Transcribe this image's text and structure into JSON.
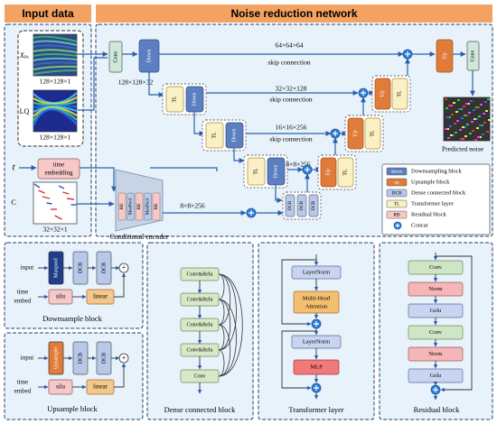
{
  "headers": {
    "input": "Input data",
    "network": "Noise reduction network"
  },
  "inputs": {
    "xp": "Xₚₒ",
    "xp_dims": "128×128×1",
    "lq": "LQ",
    "lq_dims": "128×128×1",
    "t": "t",
    "time_embedding": [
      "time",
      "embedding"
    ],
    "c": "C",
    "c_dims": "32×32×1"
  },
  "main": {
    "conv": "Conv",
    "down": "Down",
    "up": "Up",
    "tl": "TL",
    "conv_out": "Conv",
    "dims_first": "128×128×32",
    "skip1": "64×64×64",
    "skip2": "32×32×128",
    "skip3": "16×16×256",
    "skip4": "8×8×256",
    "skip_label": "skip connection",
    "predicted": "Predicted noise",
    "cond_out": "8×8×256",
    "cond_encoder": "Conditional encoder",
    "rb": "RB",
    "maxpool": "MaxPool",
    "dcb": "DCB"
  },
  "legend": [
    {
      "tag": "down",
      "label": "Downsampling block",
      "color": "#5b7fc0"
    },
    {
      "tag": "up",
      "label": "Upsample block",
      "color": "#e07b39"
    },
    {
      "tag": "DCB",
      "label": "Dense connected block",
      "color": "#b8c8e8"
    },
    {
      "tag": "TL",
      "label": "Transformer layer",
      "color": "#fbf0c4"
    },
    {
      "tag": "RB",
      "label": "Residual block",
      "color": "#f6c8c8"
    },
    {
      "tag": "+",
      "label": "Concat",
      "color": "#2b7bd8"
    }
  ],
  "downsample": {
    "title": "Downsample block",
    "input": "input",
    "maxpool": "Maxpool",
    "dcb": "DCB",
    "time": "time",
    "embed": "embed",
    "silu": "silu",
    "linear": "linear"
  },
  "upsample": {
    "title": "Upsample block",
    "input": "input",
    "upsample": "Upsample",
    "dcb": "DCB",
    "time": "time",
    "embed": "embed",
    "silu": "silu",
    "linear": "linear"
  },
  "dense": {
    "title": "Dense connected block",
    "convrelu": "Conv&Relu",
    "conv": "Conv"
  },
  "transformer": {
    "title": "Transformer layer",
    "layernorm": "LayerNorm",
    "mha": [
      "Multi-Head",
      "Attention"
    ],
    "mlp": "MLP"
  },
  "residual": {
    "title": "Residual block",
    "conv": "Conv",
    "norm": "Norm",
    "gelu": "Gelu"
  },
  "colors": {
    "panel_bg": "#e8f2fb",
    "header": "#f4a261",
    "down": "#5b7fc0",
    "up": "#e07b39",
    "tl": "#fbf0c4",
    "rb": "#f6c8c8",
    "dcb": "#b8c8e8",
    "concat": "#2b7bd8",
    "conv": "#cfe8d8"
  }
}
